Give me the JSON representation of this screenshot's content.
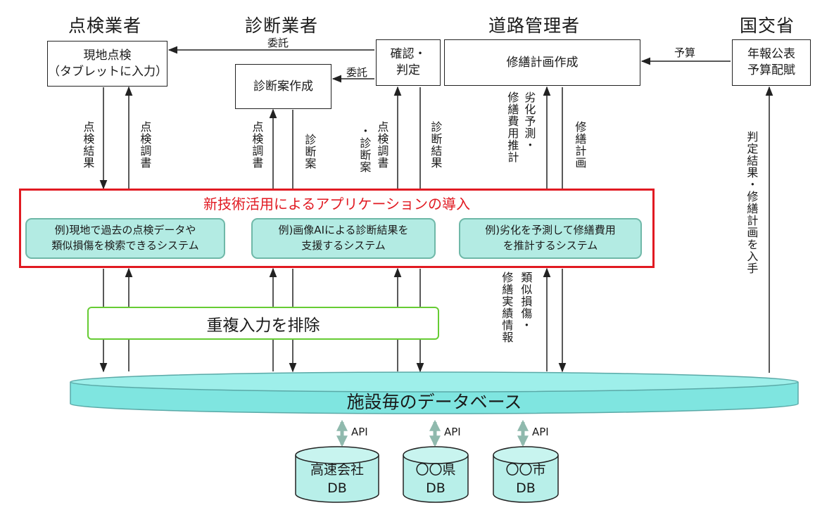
{
  "actors": {
    "inspector": "点検業者",
    "diagnostician": "診断業者",
    "road_admin": "道路管理者",
    "ministry": "国交省"
  },
  "boxes": {
    "field_inspection_1": "現地点検",
    "field_inspection_2": "（タブレットに入力）",
    "diagnosis_draft": "診断案作成",
    "confirm_1": "確認・",
    "confirm_2": "判定",
    "repair_plan": "修繕計画作成",
    "annual_1": "年報公表",
    "annual_2": "予算配賦"
  },
  "edge_labels": {
    "consign_top": "委託",
    "consign_mid": "委託",
    "budget": "予算",
    "insp_result": "点検結果",
    "insp_report_1": "点検調書",
    "insp_report_2": "点検調書",
    "diag_draft": "診断案",
    "insp_report_diag_a": "点検調書",
    "insp_report_diag_b": "・診断案",
    "diag_result": "診断結果",
    "deterioration_a": "劣化予測・",
    "deterioration_b": "修繕費用推計",
    "repair_plan_v": "修繕計画",
    "judgment": "判定結果・修繕計画を入手",
    "similar_a": "類似損傷・",
    "similar_b": "修繕実績情報"
  },
  "application": {
    "title": "新技術活用によるアプリケーションの導入",
    "example_1_line1": "例)現地で過去の点検データや",
    "example_1_line2": "類似損傷を検索できるシステム",
    "example_2_line1": "例)画像AIによる診断結果を",
    "example_2_line2": "支援するシステム",
    "example_3_line1": "例)劣化を予測して修繕費用",
    "example_3_line2": "を推計するシステム"
  },
  "dedup": "重複入力を排除",
  "database": "施設毎のデータベース",
  "api_label": "API",
  "external_dbs": [
    {
      "line1": "高速会社",
      "line2": "DB"
    },
    {
      "line1": "〇〇県",
      "line2": "DB"
    },
    {
      "line1": "〇〇市",
      "line2": "DB"
    }
  ],
  "colors": {
    "app_border": "#e11a22",
    "app_title": "#e11a22",
    "example_fill": "#b3ebe3",
    "dedup_border": "#66cc33",
    "database_fill": "#7fe5e0",
    "external_db_fill": "#b8efe9",
    "api_arrow": "#8fb9ad"
  }
}
